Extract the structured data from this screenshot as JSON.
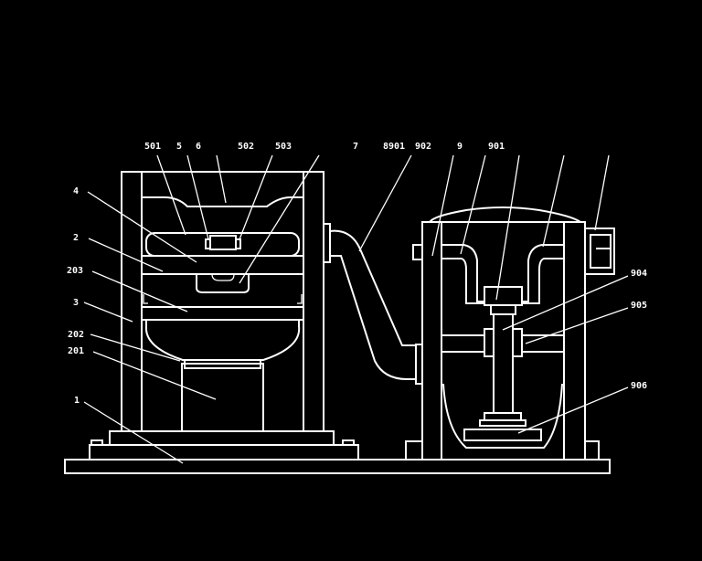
{
  "labels": {
    "l501": "501",
    "l5": "5",
    "l6": "6",
    "l502": "502",
    "l503": "503",
    "l7": "7",
    "l8901": "8901",
    "l902": "902",
    "l9": "9",
    "l901": "901",
    "l4": "4",
    "l2": "2",
    "l203": "203",
    "l3": "3",
    "l202": "202",
    "l201": "201",
    "l1": "1",
    "l904": "904",
    "l905": "905",
    "l906": "906"
  },
  "colors": {
    "background": "#000000",
    "line": "#ffffff"
  }
}
